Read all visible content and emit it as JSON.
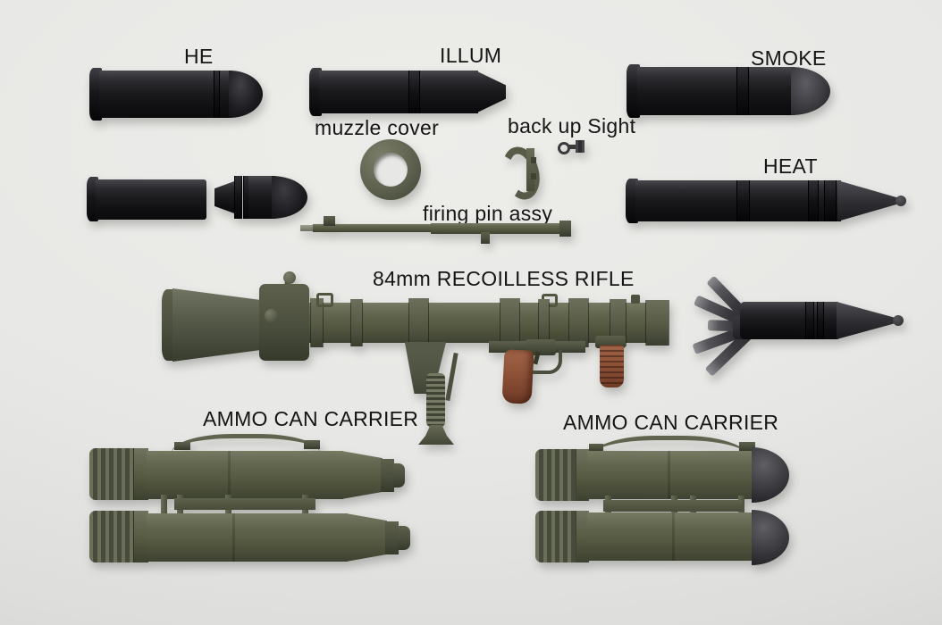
{
  "labels": {
    "he": "HE",
    "illum": "ILLUM",
    "smoke": "SMOKE",
    "muzzle_cover": "muzzle cover",
    "backup_sight": "back up Sight",
    "heat": "HEAT",
    "firing_pin": "firing pin assy",
    "rifle_title": "84mm RECOILLESS RIFLE",
    "ammo_can_left": "AMMO CAN CARRIER",
    "ammo_can_right": "AMMO CAN CARRIER"
  },
  "colors": {
    "background": "#e8e8e6",
    "black_plastic": "#1b1b1e",
    "gunmetal": "#3c3c41",
    "olive_drab": "#5c604e",
    "olive_dark": "#464a3b",
    "grip_brown": "#8e5238",
    "label_text": "#151515"
  }
}
